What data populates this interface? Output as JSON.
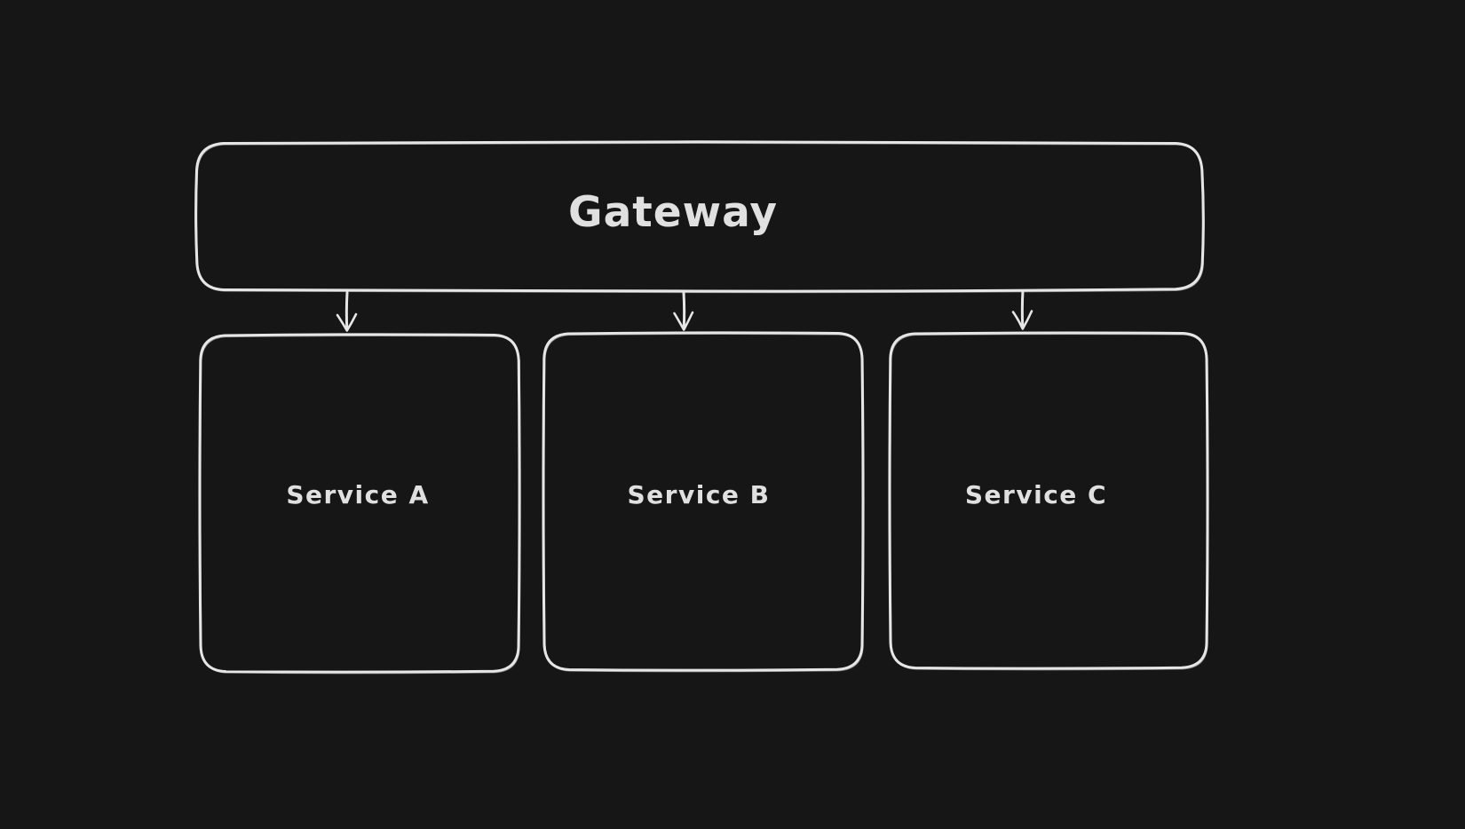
{
  "app": {
    "background": "#161616",
    "stroke_color": "#e6e6e6",
    "text_color": "#e0e0e0"
  },
  "diagram": {
    "type": "flowchart",
    "style": "hand-drawn",
    "nodes": [
      {
        "id": "gateway",
        "label": "Gateway",
        "shape": "rounded-rectangle",
        "role": "root"
      },
      {
        "id": "service-a",
        "label": "Service A",
        "shape": "rounded-rectangle",
        "role": "child"
      },
      {
        "id": "service-b",
        "label": "Service B",
        "shape": "rounded-rectangle",
        "role": "child"
      },
      {
        "id": "service-c",
        "label": "Service C",
        "shape": "rounded-rectangle",
        "role": "child"
      }
    ],
    "edges": [
      {
        "from": "gateway",
        "to": "service-a",
        "style": "arrow-down"
      },
      {
        "from": "gateway",
        "to": "service-b",
        "style": "arrow-down"
      },
      {
        "from": "gateway",
        "to": "service-c",
        "style": "arrow-down"
      }
    ]
  }
}
